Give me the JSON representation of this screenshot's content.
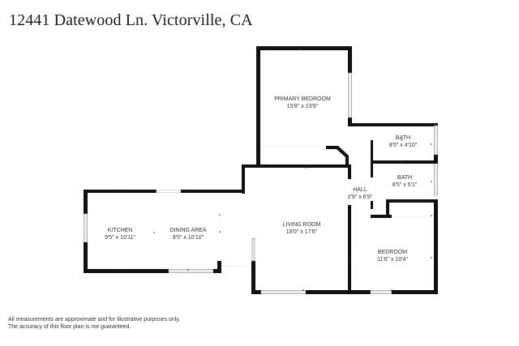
{
  "header": {
    "title": "12441 Datewood Ln. Victorville, CA"
  },
  "rooms": [
    {
      "id": "primary-bedroom",
      "name": "PRIMARY BEDROOM",
      "dims": "15'8\" x 13'9\""
    },
    {
      "id": "bath-1",
      "name": "BATH",
      "dims": "8'5\" x 4'10\""
    },
    {
      "id": "bath-2",
      "name": "BATH",
      "dims": "8'5\" x 5'1\""
    },
    {
      "id": "hall",
      "name": "HALL",
      "dims": "2'9\" x 6'9\""
    },
    {
      "id": "kitchen",
      "name": "KITCHEN",
      "dims": "9'5\" x 10'11\""
    },
    {
      "id": "dining-area",
      "name": "DINING AREA",
      "dims": "9'5\" x 10'10\""
    },
    {
      "id": "living-room",
      "name": "LIVING ROOM",
      "dims": "18'0\" x 17'6\""
    },
    {
      "id": "bedroom",
      "name": "BEDROOM",
      "dims": "11'6\" x 10'4\""
    }
  ],
  "footer": {
    "disclaimer_line1": "All measurements are approximate and for illustrative purposes only.",
    "disclaimer_line2": "The accuracy of this floor plan is not guaranteed."
  },
  "colors": {
    "wall": "#111111",
    "window_fill": "#ececec",
    "background": "#ffffff"
  }
}
